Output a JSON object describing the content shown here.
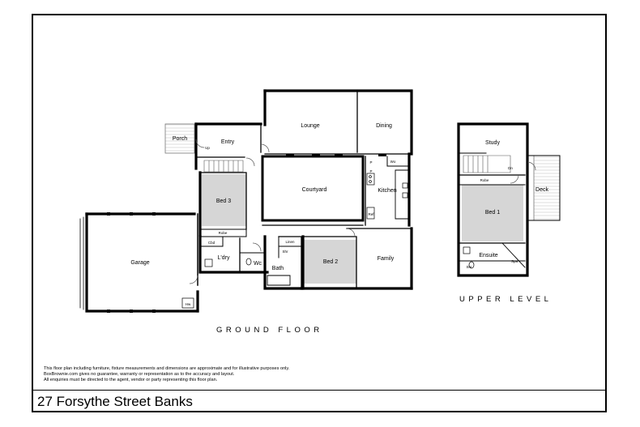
{
  "address": "27 Forsythe Street Banks",
  "levels": {
    "ground": "GROUND FLOOR",
    "upper": "UPPER LEVEL"
  },
  "rooms": {
    "porch": "Porch",
    "entry": "Entry",
    "up": "Up",
    "lounge": "Lounge",
    "dining": "Dining",
    "courtyard": "Courtyard",
    "kitchen": "Kitchen",
    "bed3": "Bed 3",
    "robe_ground": "Robe",
    "garage": "Garage",
    "cbd": "Cbd",
    "laundry": "L'dry",
    "wc": "Wc",
    "linen": "Linen",
    "shr_ground": "Shr",
    "bath": "Bath",
    "bed2": "Bed 2",
    "family": "Family",
    "study": "Study",
    "dn": "Dn",
    "robe_upper": "Robe",
    "deck": "Deck",
    "bed1": "Bed 1",
    "ensuite": "Ensuite",
    "shr_upper": "Shr",
    "spa": "Spa",
    "wo": "Wo",
    "pantry_1": "P",
    "pantry_2": "P",
    "ref": "Ref",
    "hws": "Hw"
  },
  "disclaimer": [
    "This floor plan including furniture, fixture measurements and dimensions are approximate and for illustrative purposes only.",
    "BoxBrownie.com gives no guarantee, warranty or representation as to the accuracy and layout.",
    "All enquiries must be directed to the agent, vendor or party representing this floor plan."
  ]
}
